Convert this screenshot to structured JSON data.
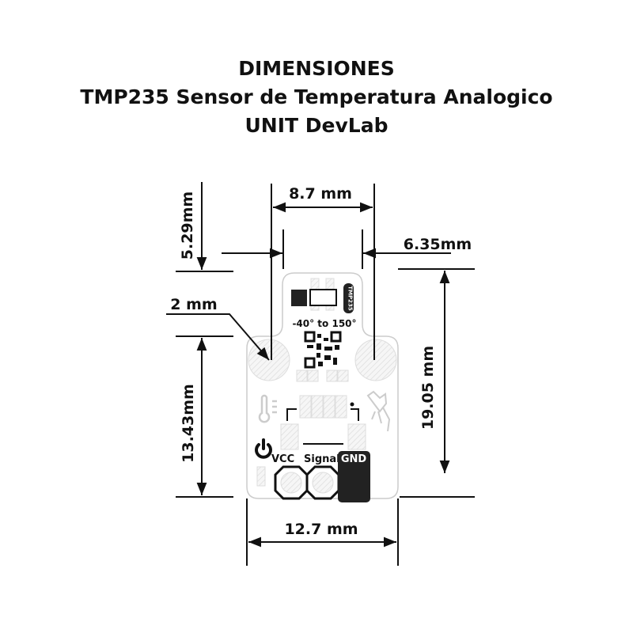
{
  "title": {
    "line1": "DIMENSIONES",
    "line2": "TMP235 Sensor de Temperatura Analogico",
    "line3": "UNIT DevLab"
  },
  "dimensions": {
    "top_width": "8.7 mm",
    "top_height": "5.29mm",
    "side_offset": "6.35mm",
    "hole_diameter": "2 mm",
    "lower_height": "13.43mm",
    "total_height": "19.05 mm",
    "total_width": "12.7 mm"
  },
  "board": {
    "range_text": "-40° to 150°",
    "chip_label": "TMP235",
    "pins": [
      "VCC",
      "Signal",
      "GND"
    ],
    "colors": {
      "outline": "#cccccc",
      "gnd_pad": "#222222",
      "line": "#111111"
    }
  }
}
